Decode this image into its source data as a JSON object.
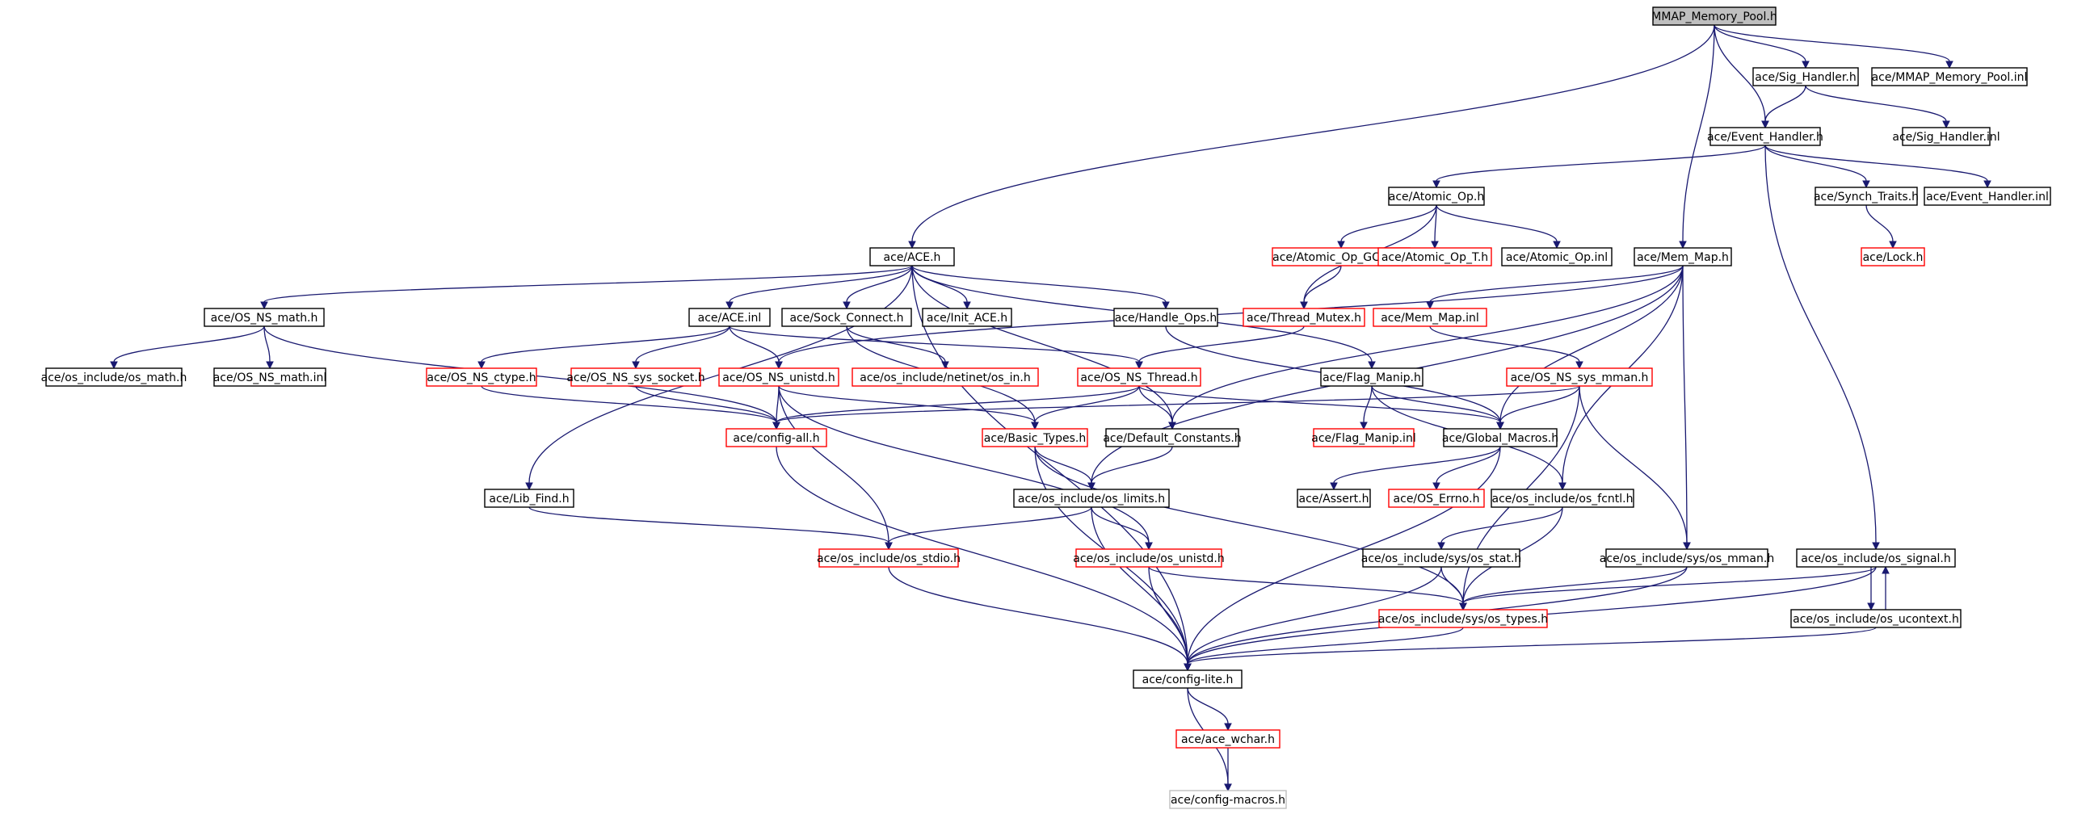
{
  "title": "MMAP_Memory_Pool.h",
  "colors": {
    "normal_border": "#000000",
    "truncated_border": "#ff0000",
    "external_border": "#bfbfbf",
    "root_fill": "#bfbfbf",
    "edge": "#191970"
  },
  "nodes": {
    "n0": "MMAP_Memory_Pool.h",
    "n1": "ace/Sig_Handler.h",
    "n2": "ace/MMAP_Memory_Pool.inl",
    "n3": "ace/Event_Handler.h",
    "n4": "ace/Sig_Handler.inl",
    "n5": "ace/Atomic_Op.h",
    "n6": "ace/Synch_Traits.h",
    "n7": "ace/Event_Handler.inl",
    "n8": "ace/Lock.h",
    "n9": "ace/Atomic_Op_GCC_T.h",
    "n10": "ace/Atomic_Op_T.h",
    "n11": "ace/Atomic_Op.inl",
    "n12": "ace/ACE.h",
    "n13": "ace/Mem_Map.h",
    "n14": "ace/OS_NS_math.h",
    "n15": "ace/ACE.inl",
    "n16": "ace/Sock_Connect.h",
    "n17": "ace/Init_ACE.h",
    "n18": "ace/Handle_Ops.h",
    "n19": "ace/Thread_Mutex.h",
    "n20": "ace/Mem_Map.inl",
    "n21": "ace/os_include/os_math.h",
    "n22": "ace/OS_NS_math.inl",
    "n23": "ace/OS_NS_ctype.h",
    "n24": "ace/OS_NS_sys_socket.h",
    "n25": "ace/OS_NS_unistd.h",
    "n26": "ace/os_include/netinet/os_in.h",
    "n27": "ace/OS_NS_Thread.h",
    "n28": "ace/Flag_Manip.h",
    "n29": "ace/OS_NS_sys_mman.h",
    "n30": "ace/config-all.h",
    "n31": "ace/Basic_Types.h",
    "n32": "ace/Default_Constants.h",
    "n33": "ace/Flag_Manip.inl",
    "n34": "ace/Global_Macros.h",
    "n35": "ace/Lib_Find.h",
    "n36": "ace/os_include/os_limits.h",
    "n37": "ace/Assert.h",
    "n38": "ace/OS_Errno.h",
    "n39": "ace/os_include/os_fcntl.h",
    "n40": "ace/os_include/os_stdio.h",
    "n41": "ace/os_include/os_unistd.h",
    "n42": "ace/os_include/sys/os_stat.h",
    "n43": "ace/os_include/sys/os_mman.h",
    "n44": "ace/os_include/os_signal.h",
    "n45": "ace/os_include/sys/os_types.h",
    "n46": "ace/os_include/os_ucontext.h",
    "n47": "ace/config-lite.h",
    "n48": "ace/ace_wchar.h",
    "n49": "ace/config-macros.h"
  }
}
